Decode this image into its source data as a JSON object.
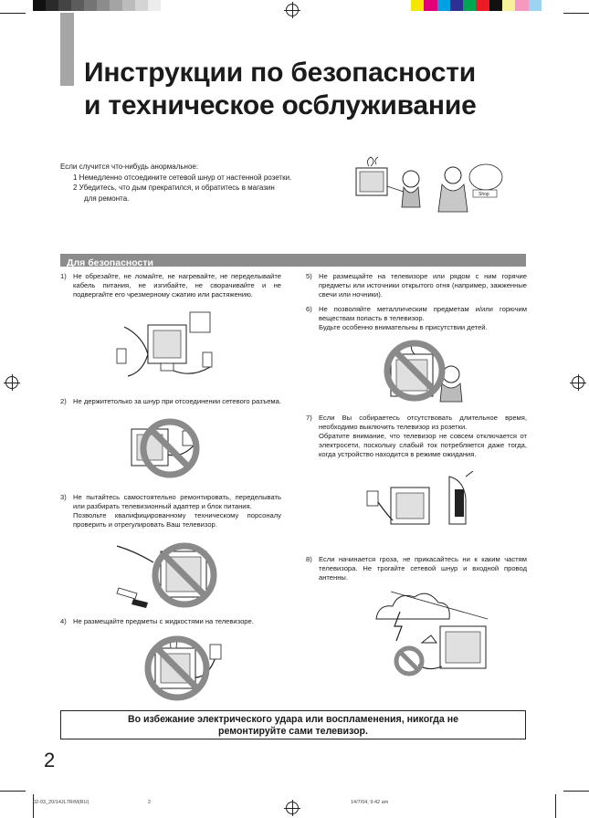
{
  "title": {
    "line1": "Инструкции по безопасности",
    "line2": "и техническое осблуживание"
  },
  "intro": {
    "lead": "Если случится что-нибудь анормальное:",
    "step1": "1  Немедленно отсоедините сетевой шнур от настенной розетки.",
    "step2": "2  Убедитесь, что дым прекратился, и обратитесь в магазин",
    "step2b": "для ремонта.",
    "shop_label": "Shop"
  },
  "section": {
    "title": "Для безопасности"
  },
  "items": [
    {
      "num": "1)",
      "text": "Не обрезайте, не ломайте, не нагревайте, не переделывайте кабель питания, не изгибайте, не сворачивайте и не подвергайте его чрезмерному сжатию или растяжению."
    },
    {
      "num": "2)",
      "text": "Не держитетолько за шнур при отсоединении сетевого разъема."
    },
    {
      "num": "3)",
      "text": "Не пытайтесь самостоятельно ремонтировать, переделывать или разбирать телевизионный адаптер и блок питания.",
      "text2": "Позвольте квалифицированному техническому порсоналу проверить и отрегулировать Ваш телевизор."
    },
    {
      "num": "4)",
      "text": "Не размещайте предметы с жидкостями на телевизоре."
    },
    {
      "num": "5)",
      "text": "Не размещайте на телевизоре или рядом с ним горячие предметы или источники открытого огня (например, зажженные свечи или ночники)."
    },
    {
      "num": "6)",
      "text": "Не позволяйте металлическим предметам и/или горючим веществам попасть в телевизор.",
      "text2": "Будьте особенно внимательны в присутствии детей."
    },
    {
      "num": "7)",
      "text": "Если Вы собираетесь отсутствовать длительное время, необходимо выключить телевизор из розетки.",
      "text2": "Обратите внимание, что телевизор не совсем отключается от электросети, поскольку слабый ток потребляется даже тогда, когда устройство находится в режиме ожидания."
    },
    {
      "num": "8)",
      "text": "Если начинается гроза, не прикасайтесь ни к каким частям телевизора. Не трогайте сетевой шнур и входной провод антенны."
    }
  ],
  "warning": {
    "line1": "Во избежание электрического удара или воспламенения, никогда не",
    "line2": "ремонтируйте сами телевизор."
  },
  "page_number": "2",
  "footer": {
    "file": "02-03_20/14JL7R/M(RU)",
    "page": "2",
    "datetime": "14/7/04, 9:42 am"
  },
  "colors": {
    "section_bar": "#8c8c8c",
    "side_bar": "#a5a5a5",
    "prohibit": "#8a8a8a",
    "gray_scale": [
      "#111111",
      "#2a2a2a",
      "#444444",
      "#5c5c5c",
      "#747474",
      "#8c8c8c",
      "#a4a4a4",
      "#bcbcbc",
      "#d4d4d4",
      "#ececec"
    ],
    "color_patches": [
      "#f4e600",
      "#e2007a",
      "#00a0e4",
      "#2e3192",
      "#00a651",
      "#ed1c24",
      "#111111",
      "#f7f29a",
      "#f49ac1",
      "#9bd3f0"
    ]
  }
}
